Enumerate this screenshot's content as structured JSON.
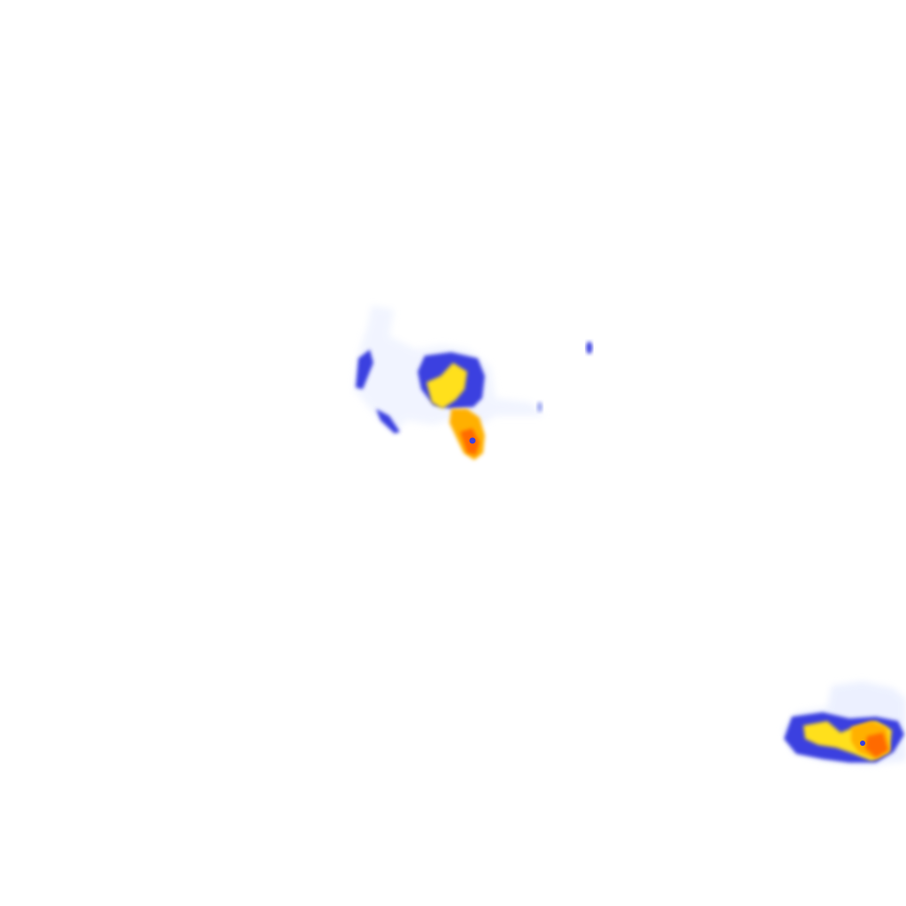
{
  "map": {
    "type": "precipitation-radar-overlay",
    "background_color": "#ffffff",
    "intensity_palette": [
      "#e6ecff",
      "#9aa4f0",
      "#3a3fe0",
      "#ffe01a",
      "#ffb000",
      "#ff6a00"
    ],
    "cells": [
      {
        "name": "cell-center",
        "peak_level": 5
      },
      {
        "name": "cell-bottom-right",
        "peak_level": 5
      },
      {
        "name": "speck-right",
        "peak_level": 2
      },
      {
        "name": "speck-mid",
        "peak_level": 1
      }
    ]
  }
}
